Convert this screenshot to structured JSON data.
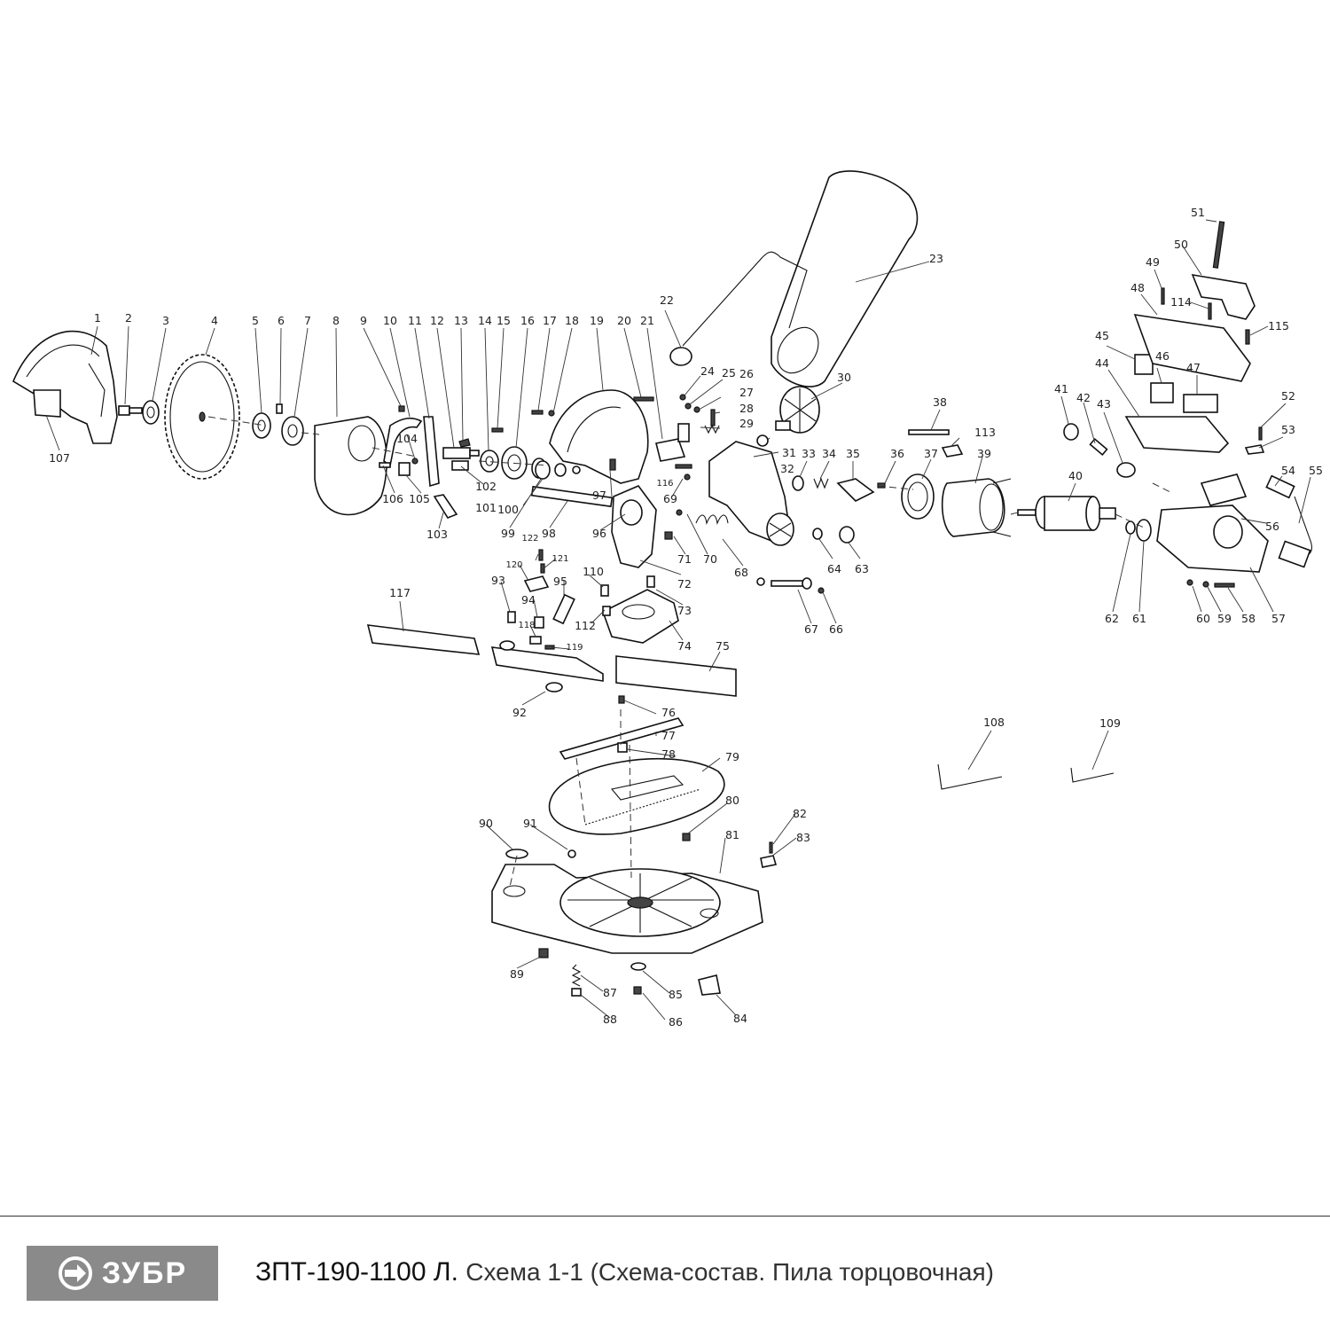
{
  "brand": {
    "name": "ЗУБР"
  },
  "title": {
    "model": "ЗПТ-190-1100 Л.",
    "subtitle": "Схема 1-1 (Схема-состав. Пила торцовочная)"
  },
  "labels": {
    "l1": "1",
    "l2": "2",
    "l3": "3",
    "l4": "4",
    "l5": "5",
    "l6": "6",
    "l7": "7",
    "l8": "8",
    "l9": "9",
    "l10": "10",
    "l11": "11",
    "l12": "12",
    "l13": "13",
    "l14": "14",
    "l15": "15",
    "l16": "16",
    "l17": "17",
    "l18": "18",
    "l19": "19",
    "l20": "20",
    "l21": "21",
    "l22": "22",
    "l23": "23",
    "l24": "24",
    "l25": "25",
    "l26": "26",
    "l27": "27",
    "l28": "28",
    "l29": "29",
    "l30": "30",
    "l31": "31",
    "l32": "32",
    "l33": "33",
    "l34": "34",
    "l35": "35",
    "l36": "36",
    "l37": "37",
    "l38": "38",
    "l39": "39",
    "l40": "40",
    "l41": "41",
    "l42": "42",
    "l43": "43",
    "l44": "44",
    "l45": "45",
    "l46": "46",
    "l47": "47",
    "l48": "48",
    "l49": "49",
    "l50": "50",
    "l51": "51",
    "l52": "52",
    "l53": "53",
    "l54": "54",
    "l55": "55",
    "l56": "56",
    "l57": "57",
    "l58": "58",
    "l59": "59",
    "l60": "60",
    "l61": "61",
    "l62": "62",
    "l63": "63",
    "l64": "64",
    "l66": "66",
    "l67": "67",
    "l68": "68",
    "l69": "69",
    "l70": "70",
    "l71": "71",
    "l72": "72",
    "l73": "73",
    "l74": "74",
    "l75": "75",
    "l76": "76",
    "l77": "77",
    "l78": "78",
    "l79": "79",
    "l80": "80",
    "l81": "81",
    "l82": "82",
    "l83": "83",
    "l84": "84",
    "l85": "85",
    "l86": "86",
    "l87": "87",
    "l88": "88",
    "l89": "89",
    "l90": "90",
    "l91": "91",
    "l92": "92",
    "l93": "93",
    "l94": "94",
    "l95": "95",
    "l96": "96",
    "l97": "97",
    "l98": "98",
    "l99": "99",
    "l100": "100",
    "l101": "101",
    "l102": "102",
    "l103": "103",
    "l104": "104",
    "l105": "105",
    "l106": "106",
    "l107": "107",
    "l108": "108",
    "l109": "109",
    "l110": "110",
    "l112": "112",
    "l113": "113",
    "l114": "114",
    "l115": "115",
    "l116": "116",
    "l117": "117",
    "l118": "118",
    "l119": "119",
    "l120": "120",
    "l121": "121",
    "l122": "122"
  }
}
